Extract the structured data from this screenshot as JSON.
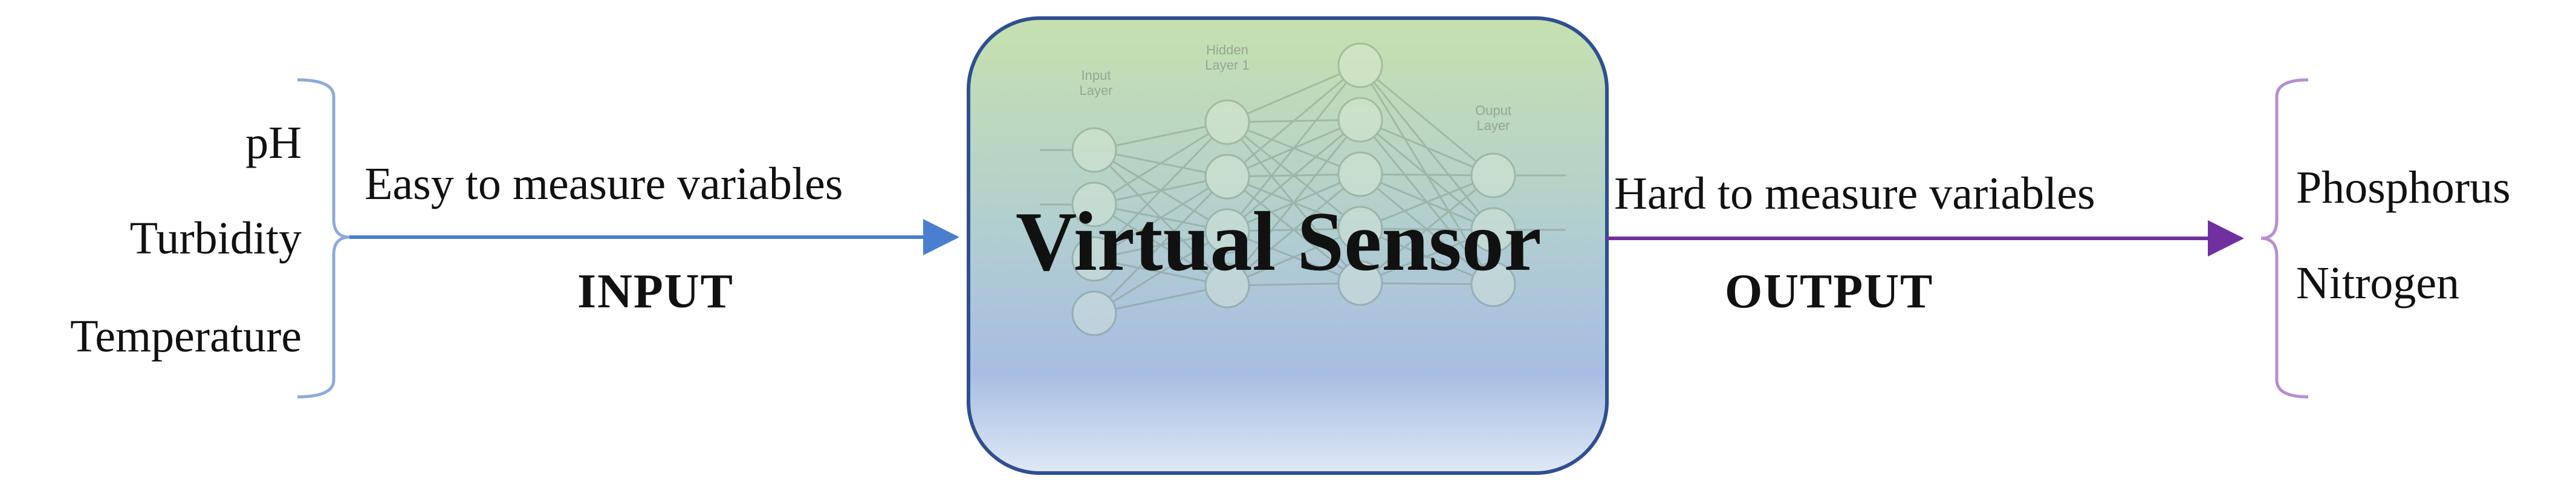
{
  "inputs": [
    "pH",
    "Turbidity",
    "Temperature"
  ],
  "input_caption": "Easy to measure variables",
  "input_label": "INPUT",
  "sensor_title": "Virtual Sensor",
  "network_labels": {
    "input_layer": "Input Layer",
    "hidden_layer": "Hidden Layer 1",
    "output_layer": "Ouput Layer"
  },
  "output_caption": "Hard to measure variables",
  "output_label": "OUTPUT",
  "outputs": [
    "Phosphorus",
    "Nitrogen"
  ],
  "colors": {
    "input_arrow": "#4a7fcf",
    "output_arrow": "#7030a0",
    "input_brace": "#8eaadb",
    "output_brace": "#b48fd0",
    "box_border": "#2f4f8f",
    "box_top": "#c9e3b3",
    "box_mid": "#a9c0df",
    "box_bottom": "#dce6f4"
  }
}
